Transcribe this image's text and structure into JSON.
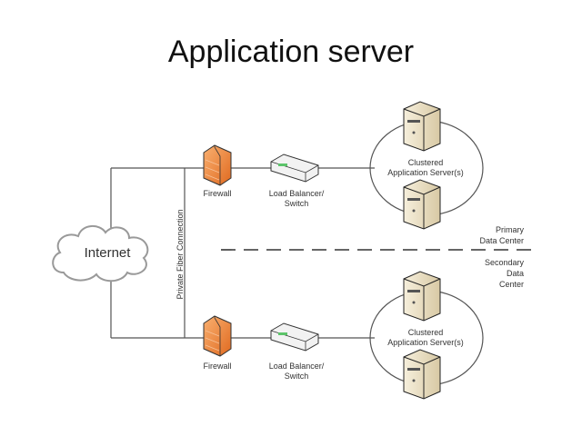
{
  "title": "Application server",
  "internet_label": "Internet",
  "fiber_label": "Private Fiber Connection",
  "primary": {
    "firewall_label": "Firewall",
    "lb_label_line1": "Load Balancer/",
    "lb_label_line2": "Switch",
    "cluster_line1": "Clustered",
    "cluster_line2": "Application Server(s)",
    "dc_line1": "Primary",
    "dc_line2": "Data Center"
  },
  "secondary": {
    "firewall_label": "Firewall",
    "lb_label_line1": "Load Balancer/",
    "lb_label_line2": "Switch",
    "cluster_line1": "Clustered",
    "cluster_line2": "Application Server(s)",
    "dc_line1": "Secondary",
    "dc_line2": "Data",
    "dc_line3": "Center"
  },
  "colors": {
    "firewall": "#f08a3c",
    "server": "#efe4c8",
    "switch_led": "#5cc46a",
    "line": "#555555"
  }
}
